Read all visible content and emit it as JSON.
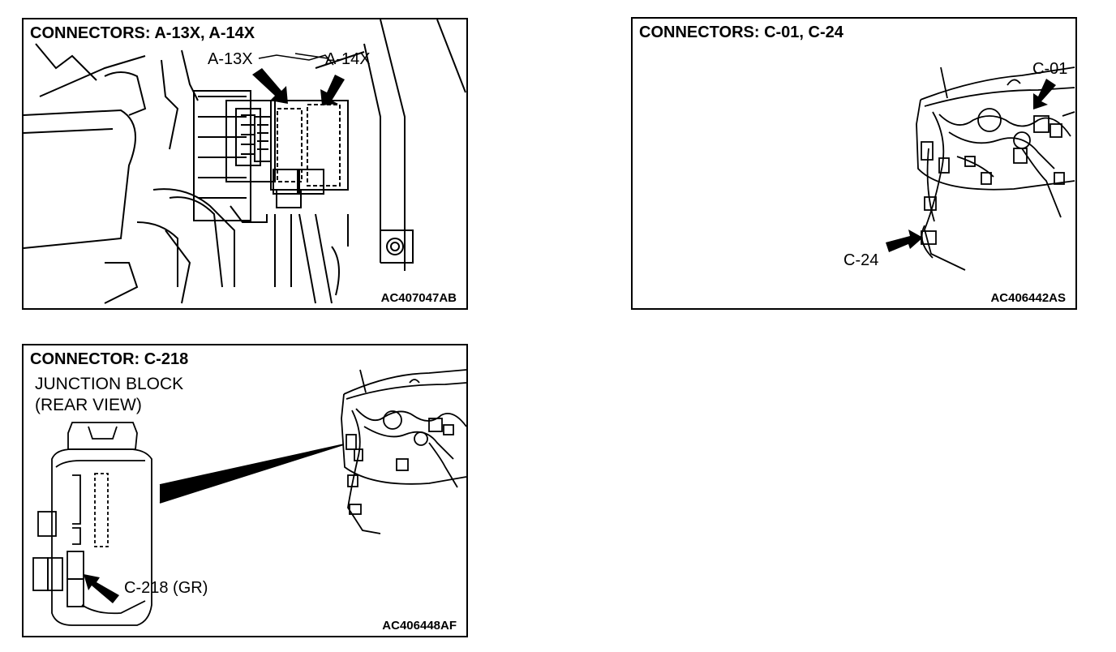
{
  "panels": {
    "a": {
      "title": "CONNECTORS: A-13X, A-14X",
      "labels": {
        "a13x": "A-13X",
        "a14x": "A-14X"
      },
      "code": "AC407047AB"
    },
    "c": {
      "title": "CONNECTORS: C-01, C-24",
      "labels": {
        "c01": "C-01",
        "c24": "C-24"
      },
      "code": "AC406442AS"
    },
    "j": {
      "title": "CONNECTOR: C-218",
      "subtitle_line1": "JUNCTION BLOCK",
      "subtitle_line2": "(REAR VIEW)",
      "labels": {
        "c218": "C-218 (GR)"
      },
      "code": "AC406448AF"
    }
  },
  "colors": {
    "line": "#000000",
    "background": "#ffffff"
  }
}
